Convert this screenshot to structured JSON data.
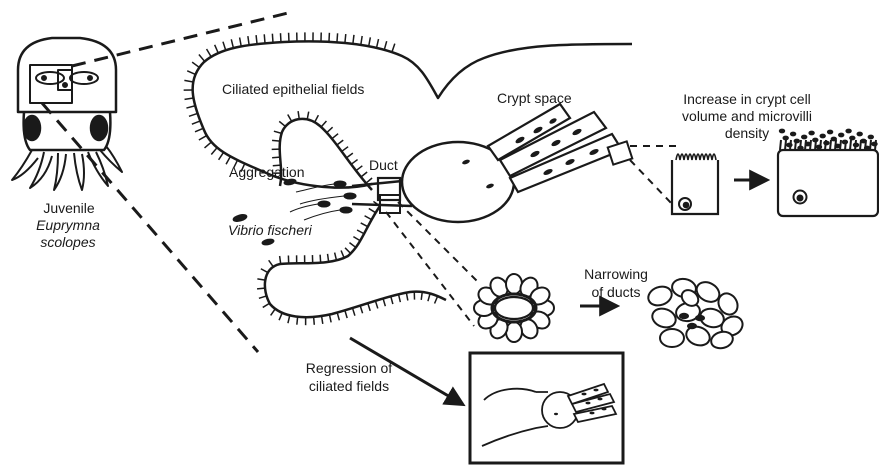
{
  "labels": {
    "juvenile": "Juvenile",
    "species_line1": "Euprymna",
    "species_line2": "scolopes",
    "ciliated": "Ciliated epithelial fields",
    "crypt_space": "Crypt space",
    "increase_line1": "Increase in crypt cell",
    "increase_line2": "volume and microvilli",
    "increase_line3": "density",
    "aggregation": "Aggregation",
    "duct": "Duct",
    "vibrio": "Vibrio fischeri",
    "narrowing_line1": "Narrowing",
    "narrowing_line2": "of ducts",
    "regression_line1": "Regression of",
    "regression_line2": "ciliated fields"
  },
  "colors": {
    "ink": "#1a1a1a",
    "background": "#ffffff"
  }
}
